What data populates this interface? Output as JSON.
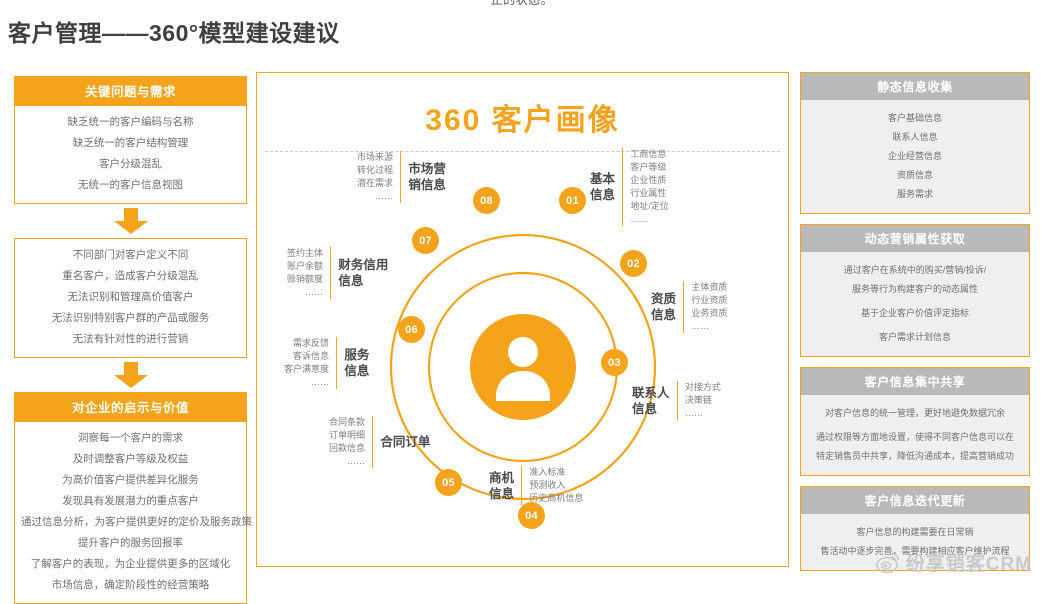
{
  "top_cut_text": "止的状态。",
  "page_title": "客户管理——360°模型建设建议",
  "left_column": {
    "panel1": {
      "heading": "关键问题与需求",
      "lines": [
        "缺乏统一的客户编码与名称",
        "缺乏统一的客户结构管理",
        "客户分级混乱",
        "无统一的客户信息视图"
      ]
    },
    "panel2": {
      "lines": [
        "不同部门对客户定义不同",
        "重名客户，造成客户分级混乱",
        "无法识别和管理高价值客户",
        "无法识别特别客户群的产品或服务",
        "无法有针对性的进行营销"
      ]
    },
    "panel3": {
      "heading": "对企业的启示与价值",
      "lines": [
        "洞察每一个客户的需求",
        "及时调整客户等级及权益",
        "为高价值客户提供差异化服务",
        "发现具有发展潜力的重点客户",
        "通过信息分析，为客户提供更好的定价及服务政策",
        "提升客户的服务回报率",
        "了解客户的表现，为企业提供更多的区域化",
        "市场信息，确定阶段性的经营策略"
      ]
    }
  },
  "center": {
    "title": "360 客户画像",
    "center_icon": "person-icon",
    "accent_color": "#F5A31A",
    "nodes": [
      {
        "number": "01",
        "title": "基本\n信息",
        "title_lines": [
          "基本",
          "信息"
        ],
        "items": [
          "工商信息",
          "客户等级",
          "企业性质",
          "行业属性",
          "地址/定位",
          "……"
        ]
      },
      {
        "number": "02",
        "title_lines": [
          "资质",
          "信息"
        ],
        "items": [
          "主体资质",
          "行业资质",
          "业务资质",
          "……"
        ]
      },
      {
        "number": "03",
        "title_lines": [
          "联系人",
          "信息"
        ],
        "items": [
          "对接方式",
          "决策链",
          "……"
        ]
      },
      {
        "number": "04",
        "title_lines": [
          "商机",
          "信息"
        ],
        "items": [
          "准入标准",
          "预测收入",
          "历史商机信息"
        ]
      },
      {
        "number": "05",
        "title_lines": [
          "合同订单"
        ],
        "items": [
          "合同条款",
          "订单明细",
          "回款信息",
          "……"
        ]
      },
      {
        "number": "06",
        "title_lines": [
          "服务",
          "信息"
        ],
        "items": [
          "需求反馈",
          "客诉信息",
          "客户满意度",
          "……"
        ]
      },
      {
        "number": "07",
        "title_lines": [
          "财务信用",
          "信息"
        ],
        "items": [
          "签约主体",
          "账户余额",
          "赊销额度",
          "……"
        ]
      },
      {
        "number": "08",
        "title_lines": [
          "市场营",
          "销信息"
        ],
        "items": [
          "市场来源",
          "转化过程",
          "潜在需求",
          "……"
        ]
      }
    ]
  },
  "right_column": {
    "panels": [
      {
        "heading": "静态信息收集",
        "lines": [
          "客户基础信息",
          "联系人信息",
          "企业经营信息",
          "资质信息",
          "服务需求"
        ]
      },
      {
        "heading": "动态营销属性获取",
        "lines": [
          "通过客户在系统中的购买/营销/投诉/",
          "服务等行为构建客户的动态属性",
          "基于企业客户价值评定指标",
          "客户需求计划信息"
        ]
      },
      {
        "heading": "客户信息集中共享",
        "lines": [
          "对客户信息的统一管理，更好地避免数据冗余",
          "通过权限等方面地设置，使得不同客户信息可以在",
          "特定销售员中共享，降低沟通成本，提高营销成功"
        ]
      },
      {
        "heading": "客户信息迭代更新",
        "lines": [
          "客户信息的构建需要在日常销",
          "售活动中逐步完善，需要构建相应客户维护流程"
        ]
      }
    ]
  },
  "watermark": {
    "icon": "weibo-icon",
    "text": "纷享销客CRM"
  }
}
